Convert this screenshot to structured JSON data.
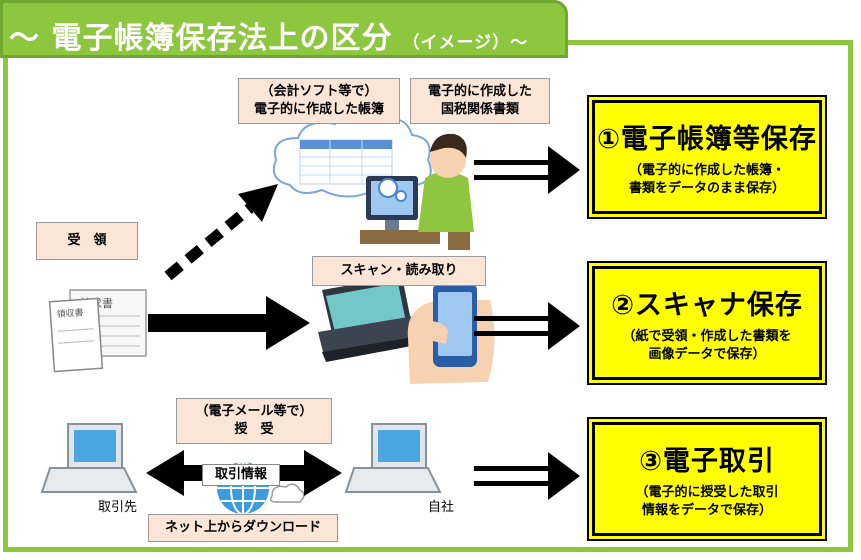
{
  "title": {
    "main": "〜 電子帳簿保存法上の区分",
    "suffix": "（イメージ）〜"
  },
  "labels": {
    "kaikei": [
      "（会計ソフト等で）",
      "電子的に作成した帳簿"
    ],
    "kokuzei": [
      "電子的に作成した",
      "国税関係書類"
    ],
    "juryo": "受　領",
    "scan": "スキャン・読み取り",
    "email": [
      "（電子メール等で）",
      "授　受"
    ],
    "torihiki_joho": "取引情報",
    "download": "ネット上からダウンロード",
    "torihikisaki": "取引先",
    "jisha": "自社"
  },
  "results": [
    {
      "title": "①電子帳簿等保存",
      "sub": [
        "（電子的に作成した帳簿・",
        "書類をデータのまま保存）"
      ]
    },
    {
      "title": "②スキャナ保存",
      "sub": [
        "（紙で受領・作成した書類を",
        "画像データで保存）"
      ]
    },
    {
      "title": "③電子取引",
      "sub": [
        "（電子的に授受した取引",
        "情報をデータで保存）"
      ]
    }
  ],
  "document_text": {
    "invoice": "請求書",
    "receipt": "領収書"
  },
  "colors": {
    "frame": "#8dc63f",
    "label_bg": "#fbe5d6",
    "result_bg": "#ffff00"
  }
}
